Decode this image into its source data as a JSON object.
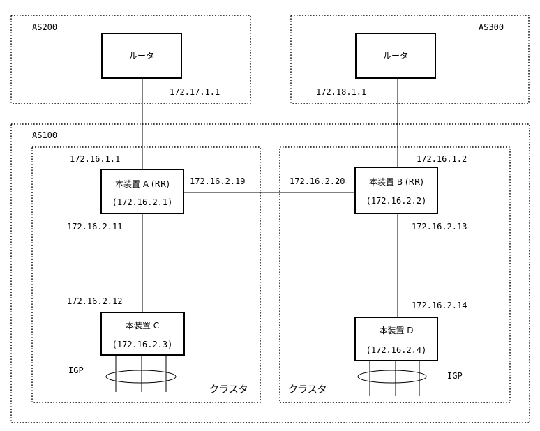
{
  "as200": {
    "label": "AS200",
    "router": "ルータ",
    "router_ip": "172.17.1.1"
  },
  "as300": {
    "label": "AS300",
    "router": "ルータ",
    "router_ip": "172.18.1.1"
  },
  "as100": {
    "label": "AS100",
    "cluster_left": "クラスタ",
    "cluster_right": "クラスタ",
    "device_a": {
      "name": "本装置 A (RR)",
      "ip": "(172.16.2.1)",
      "uplink_ip": "172.16.1.1",
      "link_b_ip": "172.16.2.19",
      "link_c_ip": "172.16.2.11"
    },
    "device_b": {
      "name": "本装置 B (RR)",
      "ip": "(172.16.2.2)",
      "uplink_ip": "172.16.1.2",
      "link_a_ip": "172.16.2.20",
      "link_d_ip": "172.16.2.13"
    },
    "device_c": {
      "name": "本装置 C",
      "ip": "(172.16.2.3)",
      "link_a_ip": "172.16.2.12",
      "igp": "IGP"
    },
    "device_d": {
      "name": "本装置 D",
      "ip": "(172.16.2.4)",
      "link_b_ip": "172.16.2.14",
      "igp": "IGP"
    }
  }
}
